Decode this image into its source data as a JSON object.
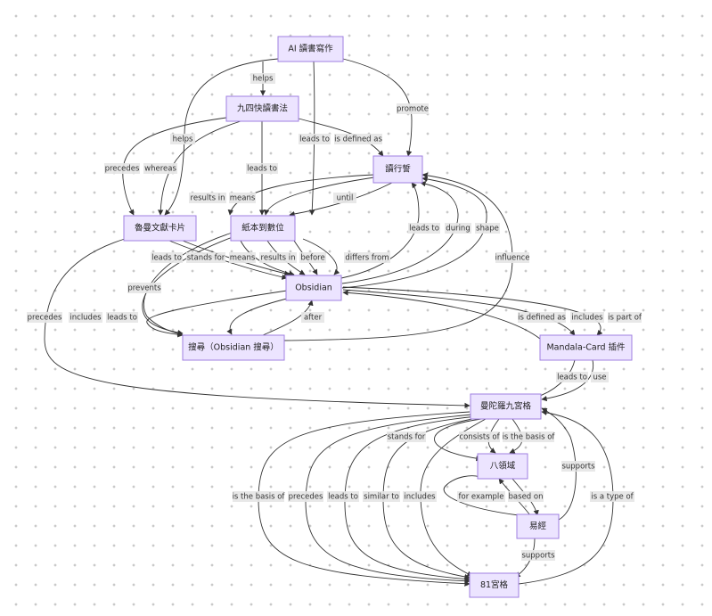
{
  "nodes": {
    "ai": "AI 讀書寫作",
    "nine": "九四快讀書法",
    "read": "讀行誓",
    "luhmann": "魯曼文獻卡片",
    "paper": "紙本到數位",
    "obsidian": "Obsidian",
    "search": "搜尋（Obsidian 搜尋）",
    "mandalacard": "Mandala-Card 插件",
    "mandala9": "曼陀羅九宮格",
    "eight": "八領域",
    "yijing": "易經",
    "g81": "81宮格"
  },
  "edge_labels": {
    "helps1": "helps",
    "promote": "promote",
    "helps2": "helps",
    "leads_to_1": "leads to",
    "is_defined_as_1": "is defined as",
    "precedes_1": "precedes",
    "whereas": "whereas",
    "leads_to_2": "leads to",
    "results_in_1": "results in",
    "means_1": "means",
    "until": "until",
    "leads_to_3": "leads to",
    "stands_for_1": "stands for",
    "means_2": "means",
    "results_in_2": "results in",
    "before": "before",
    "differs_from": "differs from",
    "leads_to_4": "leads to",
    "during": "during",
    "shape": "shape",
    "influence": "influence",
    "prevents": "prevents",
    "precedes_2": "precedes",
    "includes_1": "includes",
    "leads_to_5": "leads to",
    "after": "after",
    "is_defined_as_2": "is defined as",
    "includes_2": "includes",
    "is_part_of": "is part of",
    "leads_to_6": "leads to",
    "use": "use",
    "stands_for_2": "stands for",
    "consists_of": "consists of",
    "is_the_basis_of_1": "is the basis of",
    "supports_1": "supports",
    "is_the_basis_of_2": "is the basis of",
    "precedes_3": "precedes",
    "leads_to_7": "leads to",
    "similar_to": "similar to",
    "includes_3": "includes",
    "for_example": "for example",
    "based_on": "based on",
    "is_a_type_of": "is a type of",
    "supports_2": "supports"
  },
  "colors": {
    "node_fill": "#ECE4FF",
    "node_border": "#9F7FE0",
    "edge": "#333333",
    "label_bg": "#e6e6e6"
  }
}
